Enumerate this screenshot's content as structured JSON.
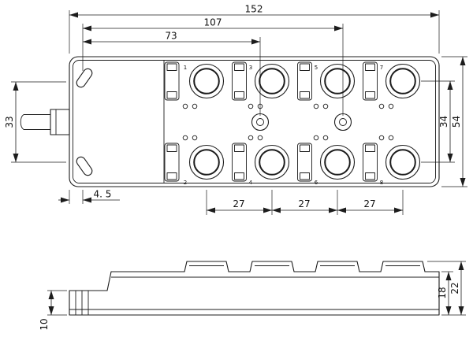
{
  "drawing": {
    "top_view": {
      "dims": {
        "overall_width": "152",
        "hole_to_boss2": "107",
        "hole_to_boss1": "73",
        "flange_span": "33",
        "edge_offset": "4. 5",
        "pitch_a": "27",
        "pitch_b": "27",
        "pitch_c": "27",
        "row_spacing": "34",
        "overall_height": "54"
      },
      "port_numbers": [
        "1",
        "3",
        "5",
        "7",
        "2",
        "4",
        "6",
        "8"
      ]
    },
    "side_view": {
      "dims": {
        "body_height": "18",
        "overall_height": "22",
        "flange_height": "10"
      }
    }
  }
}
